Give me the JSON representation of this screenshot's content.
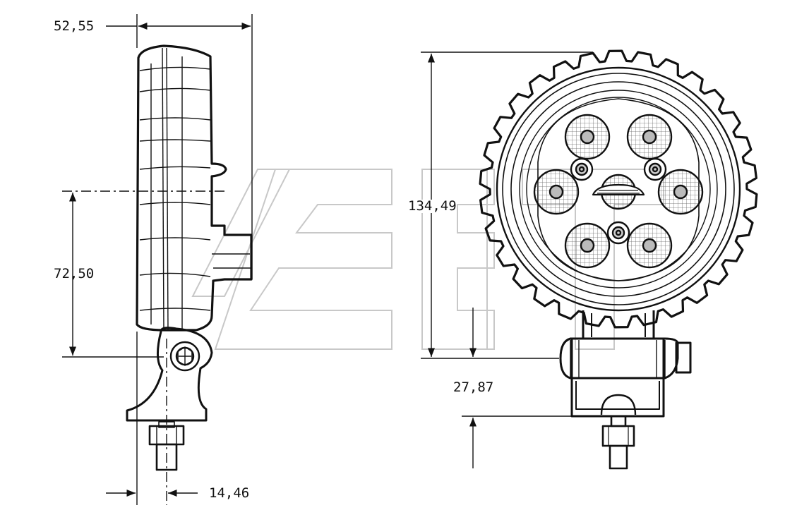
{
  "drawing": {
    "dimensions": {
      "width": "52,55",
      "mount_height": "72,50",
      "stud_offset": "14,46",
      "diameter": "134,49",
      "bracket_height": "27,87"
    },
    "colors": {
      "line": "#111111",
      "watermark": "#c8c8c8",
      "background": "#ffffff"
    }
  }
}
